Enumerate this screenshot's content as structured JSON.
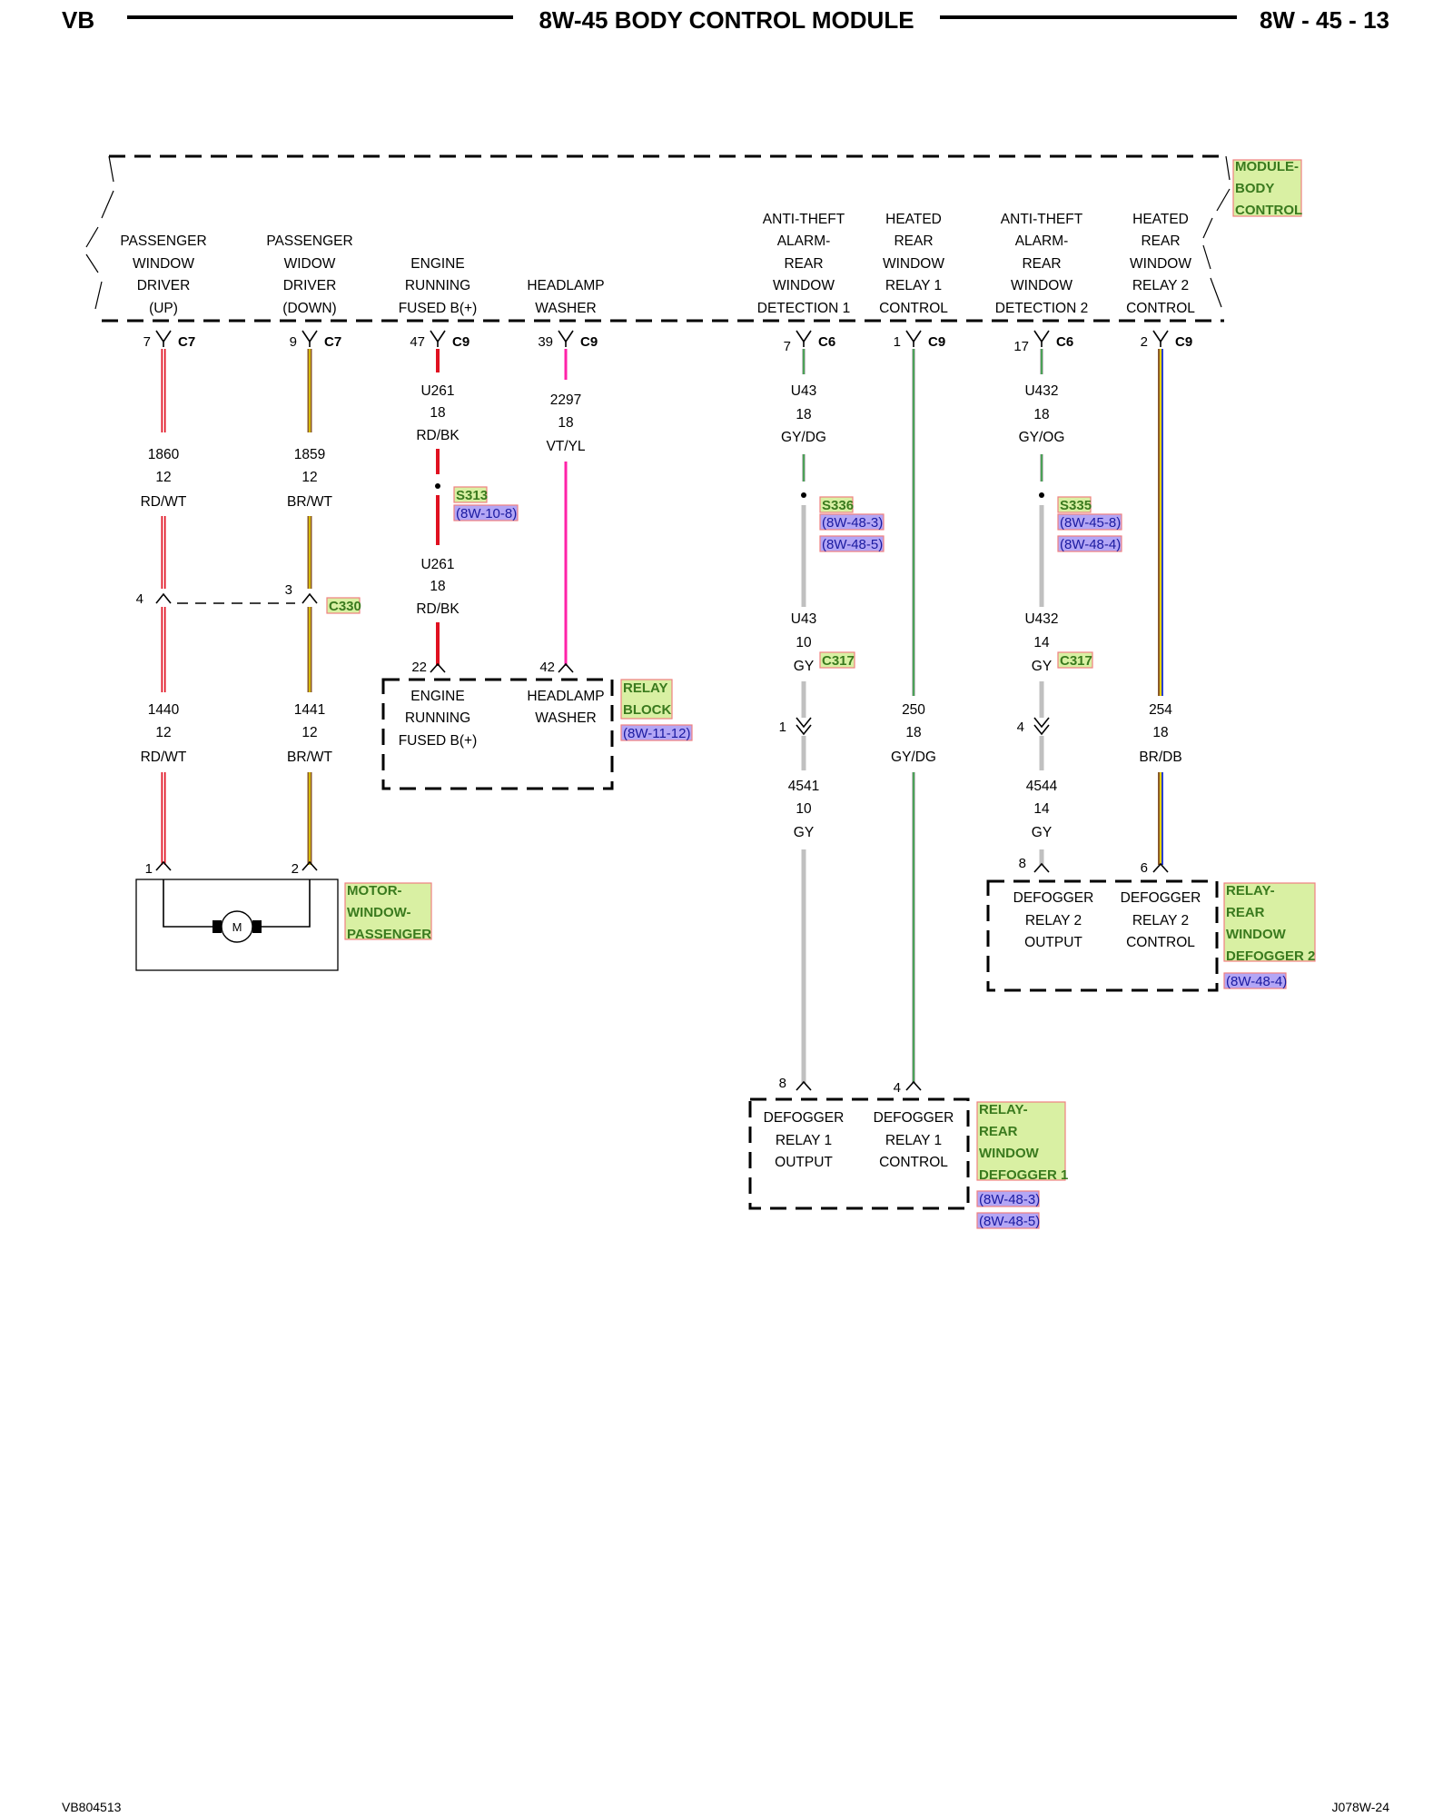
{
  "header": {
    "left": "VB",
    "title": "8W-45 BODY CONTROL MODULE",
    "right": "8W - 45 - 13"
  },
  "footer": {
    "left": "VB804513",
    "right": "J078W-24"
  },
  "module": {
    "tag_lines": [
      "MODULE-",
      "BODY",
      "CONTROL"
    ],
    "functions": [
      [
        "PASSENGER",
        "WINDOW",
        "DRIVER",
        "(UP)"
      ],
      [
        "PASSENGER",
        "WIDOW",
        "DRIVER",
        "(DOWN)"
      ],
      [
        "ENGINE",
        "RUNNING",
        "FUSED B(+)"
      ],
      [
        "HEADLAMP",
        "WASHER"
      ],
      [
        "ANTI-THEFT",
        "ALARM-",
        "REAR",
        "WINDOW",
        "DETECTION 1"
      ],
      [
        "HEATED",
        "REAR",
        "WINDOW",
        "RELAY 1",
        "CONTROL"
      ],
      [
        "ANTI-THEFT",
        "ALARM-",
        "REAR",
        "WINDOW",
        "DETECTION 2"
      ],
      [
        "HEATED",
        "REAR",
        "WINDOW",
        "RELAY 2",
        "CONTROL"
      ]
    ],
    "pins": [
      {
        "pin": "7",
        "conn": "C7"
      },
      {
        "pin": "9",
        "conn": "C7"
      },
      {
        "pin": "47",
        "conn": "C9"
      },
      {
        "pin": "39",
        "conn": "C9"
      },
      {
        "pin": "7",
        "conn": "C6"
      },
      {
        "pin": "1",
        "conn": "C9"
      },
      {
        "pin": "17",
        "conn": "C6"
      },
      {
        "pin": "2",
        "conn": "C9"
      }
    ]
  },
  "wires": {
    "c1_top": [
      "1860",
      "12",
      "RD/WT"
    ],
    "c1_bot": [
      "1440",
      "12",
      "RD/WT"
    ],
    "c2_top": [
      "1859",
      "12",
      "BR/WT"
    ],
    "c2_bot": [
      "1441",
      "12",
      "BR/WT"
    ],
    "c3_top": [
      "U261",
      "18",
      "RD/BK"
    ],
    "c3_bot": [
      "U261",
      "18",
      "RD/BK"
    ],
    "c4": [
      "2297",
      "18",
      "VT/YL"
    ],
    "c5_top": [
      "U43",
      "18",
      "GY/DG"
    ],
    "c5_mid": [
      "U43",
      "10",
      "GY"
    ],
    "c5_bot": [
      "4541",
      "10",
      "GY"
    ],
    "c6": [
      "250",
      "18",
      "GY/DG"
    ],
    "c7_top": [
      "U432",
      "18",
      "GY/OG"
    ],
    "c7_mid": [
      "U432",
      "14",
      "GY"
    ],
    "c7_bot": [
      "4544",
      "14",
      "GY"
    ],
    "c8": [
      "254",
      "18",
      "BR/DB"
    ]
  },
  "c330": {
    "pin_a": "4",
    "pin_b": "3",
    "tag": "C330"
  },
  "c317": {
    "tag": "C317",
    "pin_a": "1",
    "pin_b": "4"
  },
  "splices": {
    "s313": {
      "tag": "S313",
      "refs": [
        "(8W-10-8)"
      ]
    },
    "s336": {
      "tag": "S336",
      "refs": [
        "(8W-48-3)",
        "(8W-48-5)"
      ]
    },
    "s335": {
      "tag": "S335",
      "refs": [
        "(8W-45-8)",
        "(8W-48-4)"
      ]
    }
  },
  "relay_block": {
    "tag_lines": [
      "RELAY",
      "BLOCK"
    ],
    "ref": "(8W-11-12)",
    "pin_a": "22",
    "pin_b": "42",
    "func_a": [
      "ENGINE",
      "RUNNING",
      "FUSED B(+)"
    ],
    "func_b": [
      "HEADLAMP",
      "WASHER"
    ]
  },
  "motor": {
    "tag_lines": [
      "MOTOR-",
      "WINDOW-",
      "PASSENGER"
    ],
    "pin_a": "1",
    "pin_b": "2",
    "symbol": "M"
  },
  "defog1": {
    "tag_lines": [
      "RELAY-",
      "REAR",
      "WINDOW",
      "DEFOGGER 1"
    ],
    "refs": [
      "(8W-48-3)",
      "(8W-48-5)"
    ],
    "pin_a": "8",
    "pin_b": "4",
    "func_a": [
      "DEFOGGER",
      "RELAY 1",
      "OUTPUT"
    ],
    "func_b": [
      "DEFOGGER",
      "RELAY 1",
      "CONTROL"
    ]
  },
  "defog2": {
    "tag_lines": [
      "RELAY-",
      "REAR",
      "WINDOW",
      "DEFOGGER 2"
    ],
    "ref": "(8W-48-4)",
    "pin_a": "8",
    "pin_b": "6",
    "func_a": [
      "DEFOGGER",
      "RELAY 2",
      "OUTPUT"
    ],
    "func_b": [
      "DEFOGGER",
      "RELAY 2",
      "CONTROL"
    ]
  },
  "colors": {
    "red": "#e01020",
    "black": "#000000",
    "brown": "#8b5a2b",
    "yellow": "#e8d200",
    "white": "#ffffff",
    "violet": "#ff22a8",
    "gray": "#c0c0c0",
    "dkgreen": "#2e9b3e",
    "orange": "#ff8c1a",
    "blue": "#2a3fd0"
  }
}
